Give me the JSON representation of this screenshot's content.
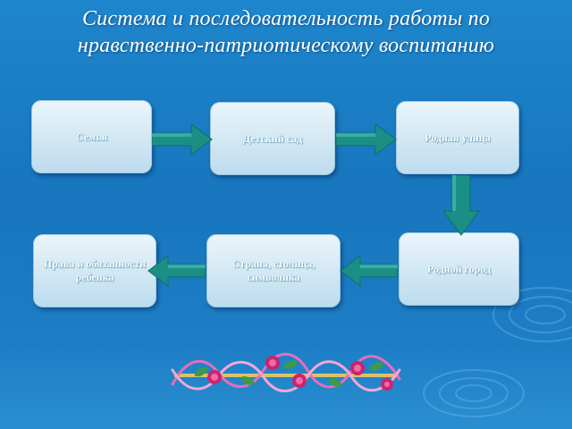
{
  "title": {
    "line1": "Система и последовательность работы по",
    "line2": "нравственно-патриотическому воспитанию"
  },
  "boxes": {
    "family": "Семья",
    "kindergarten": "Детский сад",
    "street": "Родная улица",
    "city": "Родной город",
    "country": "Страна, столица, символика",
    "rights": "Права и обязанности ребенка"
  },
  "colors": {
    "background": "#1776bd",
    "box_fill": "#d6ebf6",
    "arrow": "#1b8f86",
    "title_text": "#ffffff"
  },
  "icons": {
    "arrow": "block-arrow-icon",
    "decoration": "flower-garland-icon"
  }
}
